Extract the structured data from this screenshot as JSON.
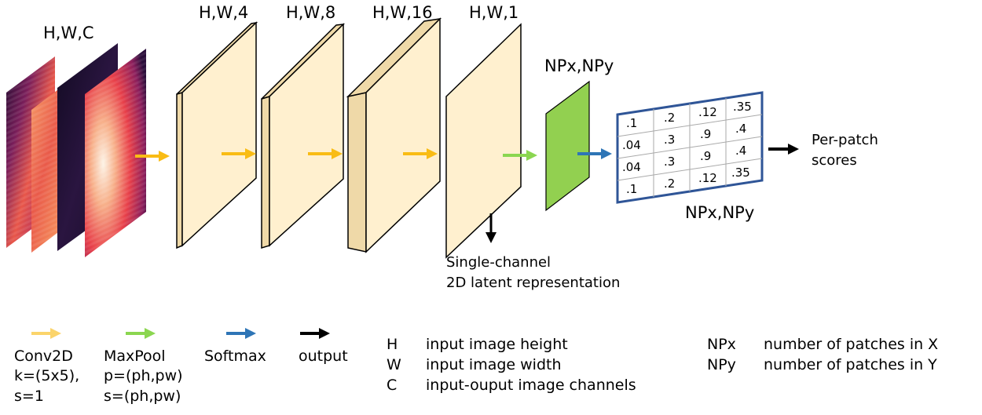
{
  "labels": {
    "input_dims": "H,W,C",
    "conv1_dims": "H,W,4",
    "conv2_dims": "H,W,8",
    "conv3_dims": "H,W,16",
    "conv4_dims": "H,W,1",
    "pool_dims": "NPx,NPy",
    "scores_dims": "NPx,NPy",
    "output_line1": "Per-patch",
    "output_line2": "scores",
    "latent_line1": "Single-channel",
    "latent_line2": "2D latent representation"
  },
  "score_grid": [
    [
      ".1",
      ".2",
      ".12",
      ".35"
    ],
    [
      ".04",
      ".3",
      ".9",
      ".4"
    ],
    [
      ".04",
      ".3",
      ".9",
      ".4"
    ],
    [
      ".1",
      ".2",
      ".12",
      ".35"
    ]
  ],
  "legend": {
    "conv2d": {
      "name": "Conv2D",
      "line2": "k=(5x5),",
      "line3": "s=1"
    },
    "maxpool": {
      "name": "MaxPool",
      "line2": "p=(ph,pw)",
      "line3": "s=(ph,pw)"
    },
    "softmax": {
      "name": "Softmax"
    },
    "output": {
      "name": "output"
    }
  },
  "definitions": [
    {
      "symbol": "H",
      "meaning": "input image height"
    },
    {
      "symbol": "W",
      "meaning": "input image width"
    },
    {
      "symbol": "C",
      "meaning": "input-ouput image channels"
    }
  ],
  "patch_definitions": [
    {
      "symbol": "NPx",
      "meaning": "number of patches in X"
    },
    {
      "symbol": "NPy",
      "meaning": "number of patches in Y"
    }
  ],
  "colors": {
    "conv_arrow": "#F9BC15",
    "conv_arrow_legend": "#FBD46B",
    "maxpool_arrow": "#8BD650",
    "softmax_arrow": "#2E75B6",
    "output_arrow": "#000000",
    "layer_face": "#FFF0CF",
    "layer_side": "#EFD9A8",
    "pool_face": "#92D050",
    "grid_border": "#2F5597"
  }
}
